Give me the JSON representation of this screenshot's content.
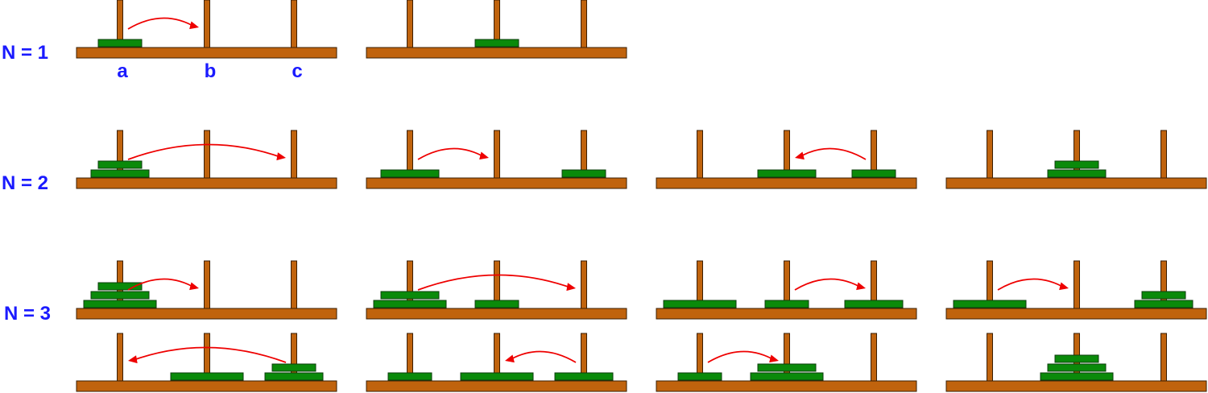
{
  "rows": [
    {
      "label": "N = 1"
    },
    {
      "label": "N = 2"
    },
    {
      "label": "N = 3"
    }
  ],
  "peg_labels": [
    "a",
    "b",
    "c"
  ],
  "colors": {
    "text": "#1a1aff",
    "wood": "#c0630d",
    "disk": "#0a8a0a",
    "arrow": "#ee0000"
  },
  "diagrams": [
    {
      "row": 0,
      "pegs": [
        [
          1
        ],
        [],
        []
      ],
      "move": [
        0,
        1
      ]
    },
    {
      "row": 0,
      "pegs": [
        [],
        [
          1
        ],
        []
      ],
      "move": null
    },
    {
      "row": 1,
      "pegs": [
        [
          2,
          1
        ],
        [],
        []
      ],
      "move": [
        0,
        2
      ]
    },
    {
      "row": 1,
      "pegs": [
        [
          2
        ],
        [],
        [
          1
        ]
      ],
      "move": [
        0,
        1
      ]
    },
    {
      "row": 1,
      "pegs": [
        [],
        [
          2
        ],
        [
          1
        ]
      ],
      "move": [
        2,
        1
      ]
    },
    {
      "row": 1,
      "pegs": [
        [],
        [
          2,
          1
        ],
        []
      ],
      "move": null
    },
    {
      "row": 2,
      "pegs": [
        [
          3,
          2,
          1
        ],
        [],
        []
      ],
      "move": [
        0,
        1
      ]
    },
    {
      "row": 2,
      "pegs": [
        [
          3,
          2
        ],
        [
          1
        ],
        []
      ],
      "move": [
        0,
        2
      ]
    },
    {
      "row": 2,
      "pegs": [
        [
          3
        ],
        [
          1
        ],
        [
          2
        ]
      ],
      "move": [
        1,
        2
      ]
    },
    {
      "row": 2,
      "pegs": [
        [
          3
        ],
        [],
        [
          2,
          1
        ]
      ],
      "move": [
        0,
        1
      ]
    },
    {
      "row": 2,
      "pegs": [
        [],
        [
          3
        ],
        [
          2,
          1
        ]
      ],
      "move": [
        2,
        0
      ]
    },
    {
      "row": 2,
      "pegs": [
        [
          1
        ],
        [
          3
        ],
        [
          2
        ]
      ],
      "move": [
        2,
        1
      ]
    },
    {
      "row": 2,
      "pegs": [
        [
          1
        ],
        [
          3,
          2
        ],
        []
      ],
      "move": [
        0,
        1
      ]
    },
    {
      "row": 2,
      "pegs": [
        [],
        [
          3,
          2,
          1
        ],
        []
      ],
      "move": null
    }
  ]
}
